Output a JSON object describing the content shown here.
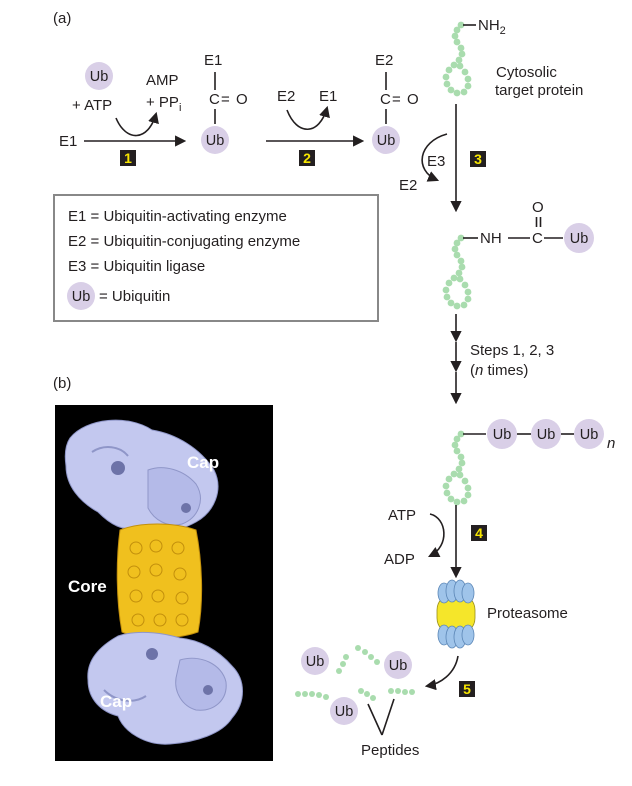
{
  "panel_a_label": "(a)",
  "panel_b_label": "(b)",
  "ub": "Ub",
  "amp": "AMP",
  "plus_atp": "+ ATP",
  "plus_ppi": "+ PP",
  "ppi_subscript": "i",
  "e1": "E1",
  "e2": "E2",
  "e3": "E3",
  "carbonyl": "C",
  "double_bond": "=",
  "oxygen": "O",
  "nh2": "NH",
  "nh2_subscript": "2",
  "nh": "NH",
  "cytosolic": "Cytosolic",
  "target_protein": "target protein",
  "steps_line1": "Steps 1, 2, 3",
  "steps_open": "(",
  "steps_n": "n",
  "steps_close": " times)",
  "n_subscript": "n",
  "atp": "ATP",
  "adp": "ADP",
  "proteasome": "Proteasome",
  "peptides": "Peptides",
  "cap": "Cap",
  "core": "Core",
  "steps": [
    "1",
    "2",
    "3",
    "4",
    "5"
  ],
  "legend": {
    "e1_text": "E1 = Ubiquitin-activating enzyme",
    "e2_text": "E2 = Ubiquitin-conjugating enzyme",
    "e3_text": "E3 = Ubiquitin ligase",
    "ub_text": "= Ubiquitin"
  },
  "colors": {
    "ubiquitin_fill": "#d9cfe7",
    "protein_beads": "#a9dcae",
    "step_box": "#231f20",
    "step_number": "#f7e600",
    "proteasome_core": "#f5e62a",
    "proteasome_cap": "#9fc4ea",
    "em_background": "#000000",
    "em_cap": "#c3c8ef",
    "em_core": "#f0c01e"
  }
}
